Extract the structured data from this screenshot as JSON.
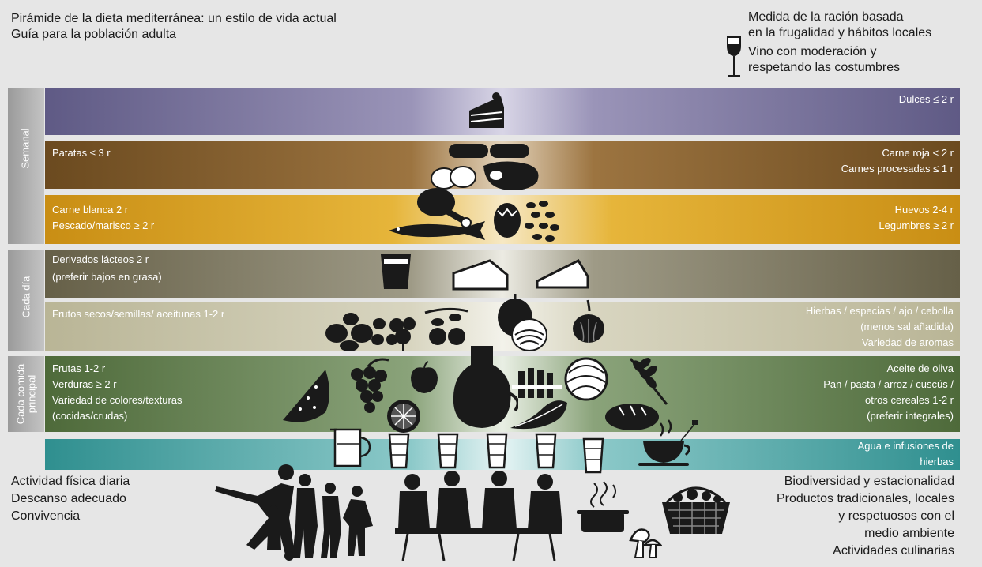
{
  "header": {
    "title_line1": "Pirámide de la dieta mediterránea: un estilo de vida actual",
    "title_line2": "Guía para la población adulta",
    "portion_line1": "Medida de la ración basada",
    "portion_line2": "en la frugalidad y hábitos locales",
    "wine_line1": "Vino con moderación y",
    "wine_line2": "respetando las costumbres"
  },
  "side_labels": {
    "weekly": "Semanal",
    "daily": "Cada día",
    "main_meal_line1": "Cada comida",
    "main_meal_line2": "principal"
  },
  "bands": {
    "sweets": {
      "right1": "Dulces ≤ 2 r"
    },
    "meat": {
      "left1": "Patatas ≤ 3 r",
      "right1": "Carne roja < 2 r",
      "right2": "Carnes procesadas ≤ 1 r"
    },
    "protein": {
      "left1": "Carne blanca 2 r",
      "left2": "Pescado/marisco ≥ 2 r",
      "right1": "Huevos 2-4 r",
      "right2": "Legumbres ≥ 2 r"
    },
    "dairy": {
      "left1": "Derivados lácteos 2 r",
      "left2": "(preferir bajos en grasa)"
    },
    "nuts": {
      "left1": "Frutos secos/semillas/ aceitunas 1-2 r",
      "right1": "Hierbas / especias / ajo / cebolla",
      "right2": "(menos sal añadida)",
      "right3": "Variedad de aromas"
    },
    "meal": {
      "left1": "Frutas 1-2 r",
      "left2": "Verduras ≥ 2 r",
      "left3": "Variedad de colores/texturas",
      "left4": "(cocidas/crudas)",
      "right1": "Aceite de oliva",
      "right2": "Pan / pasta / arroz / cuscús /",
      "right3": "otros cereales 1-2 r",
      "right4": "(preferir integrales)"
    },
    "water": {
      "right1": "Agua e infusiones de",
      "right2": "hierbas"
    }
  },
  "footer": {
    "left1": "Actividad física diaria",
    "left2": "Descanso adecuado",
    "left3": "Convivencia",
    "right1": "Biodiversidad y estacionalidad",
    "right2": "Productos tradicionales, locales",
    "right3": "y respetuosos con el",
    "right4": "medio ambiente",
    "right5": "Actividades culinarias"
  },
  "icons": [
    "cake-icon",
    "sausage-icon",
    "potato-icon",
    "steak-icon",
    "chicken-leg-icon",
    "egg-icon",
    "beans-icon",
    "fish-icon",
    "yogurt-icon",
    "cheese-icon",
    "nuts-icon",
    "herb-icon",
    "olives-icon",
    "onion-icon",
    "garlic-icon",
    "watermelon-icon",
    "grapes-icon",
    "apple-icon",
    "orange-icon",
    "oil-jar-icon",
    "cabbage-icon",
    "wheat-icon",
    "bread-icon",
    "lettuce-icon",
    "water-jug-icon",
    "water-glass-icon",
    "teacup-icon",
    "exercise-people-icon",
    "family-dinner-icon",
    "cooking-pot-icon",
    "basket-icon",
    "wine-glass-icon"
  ]
}
